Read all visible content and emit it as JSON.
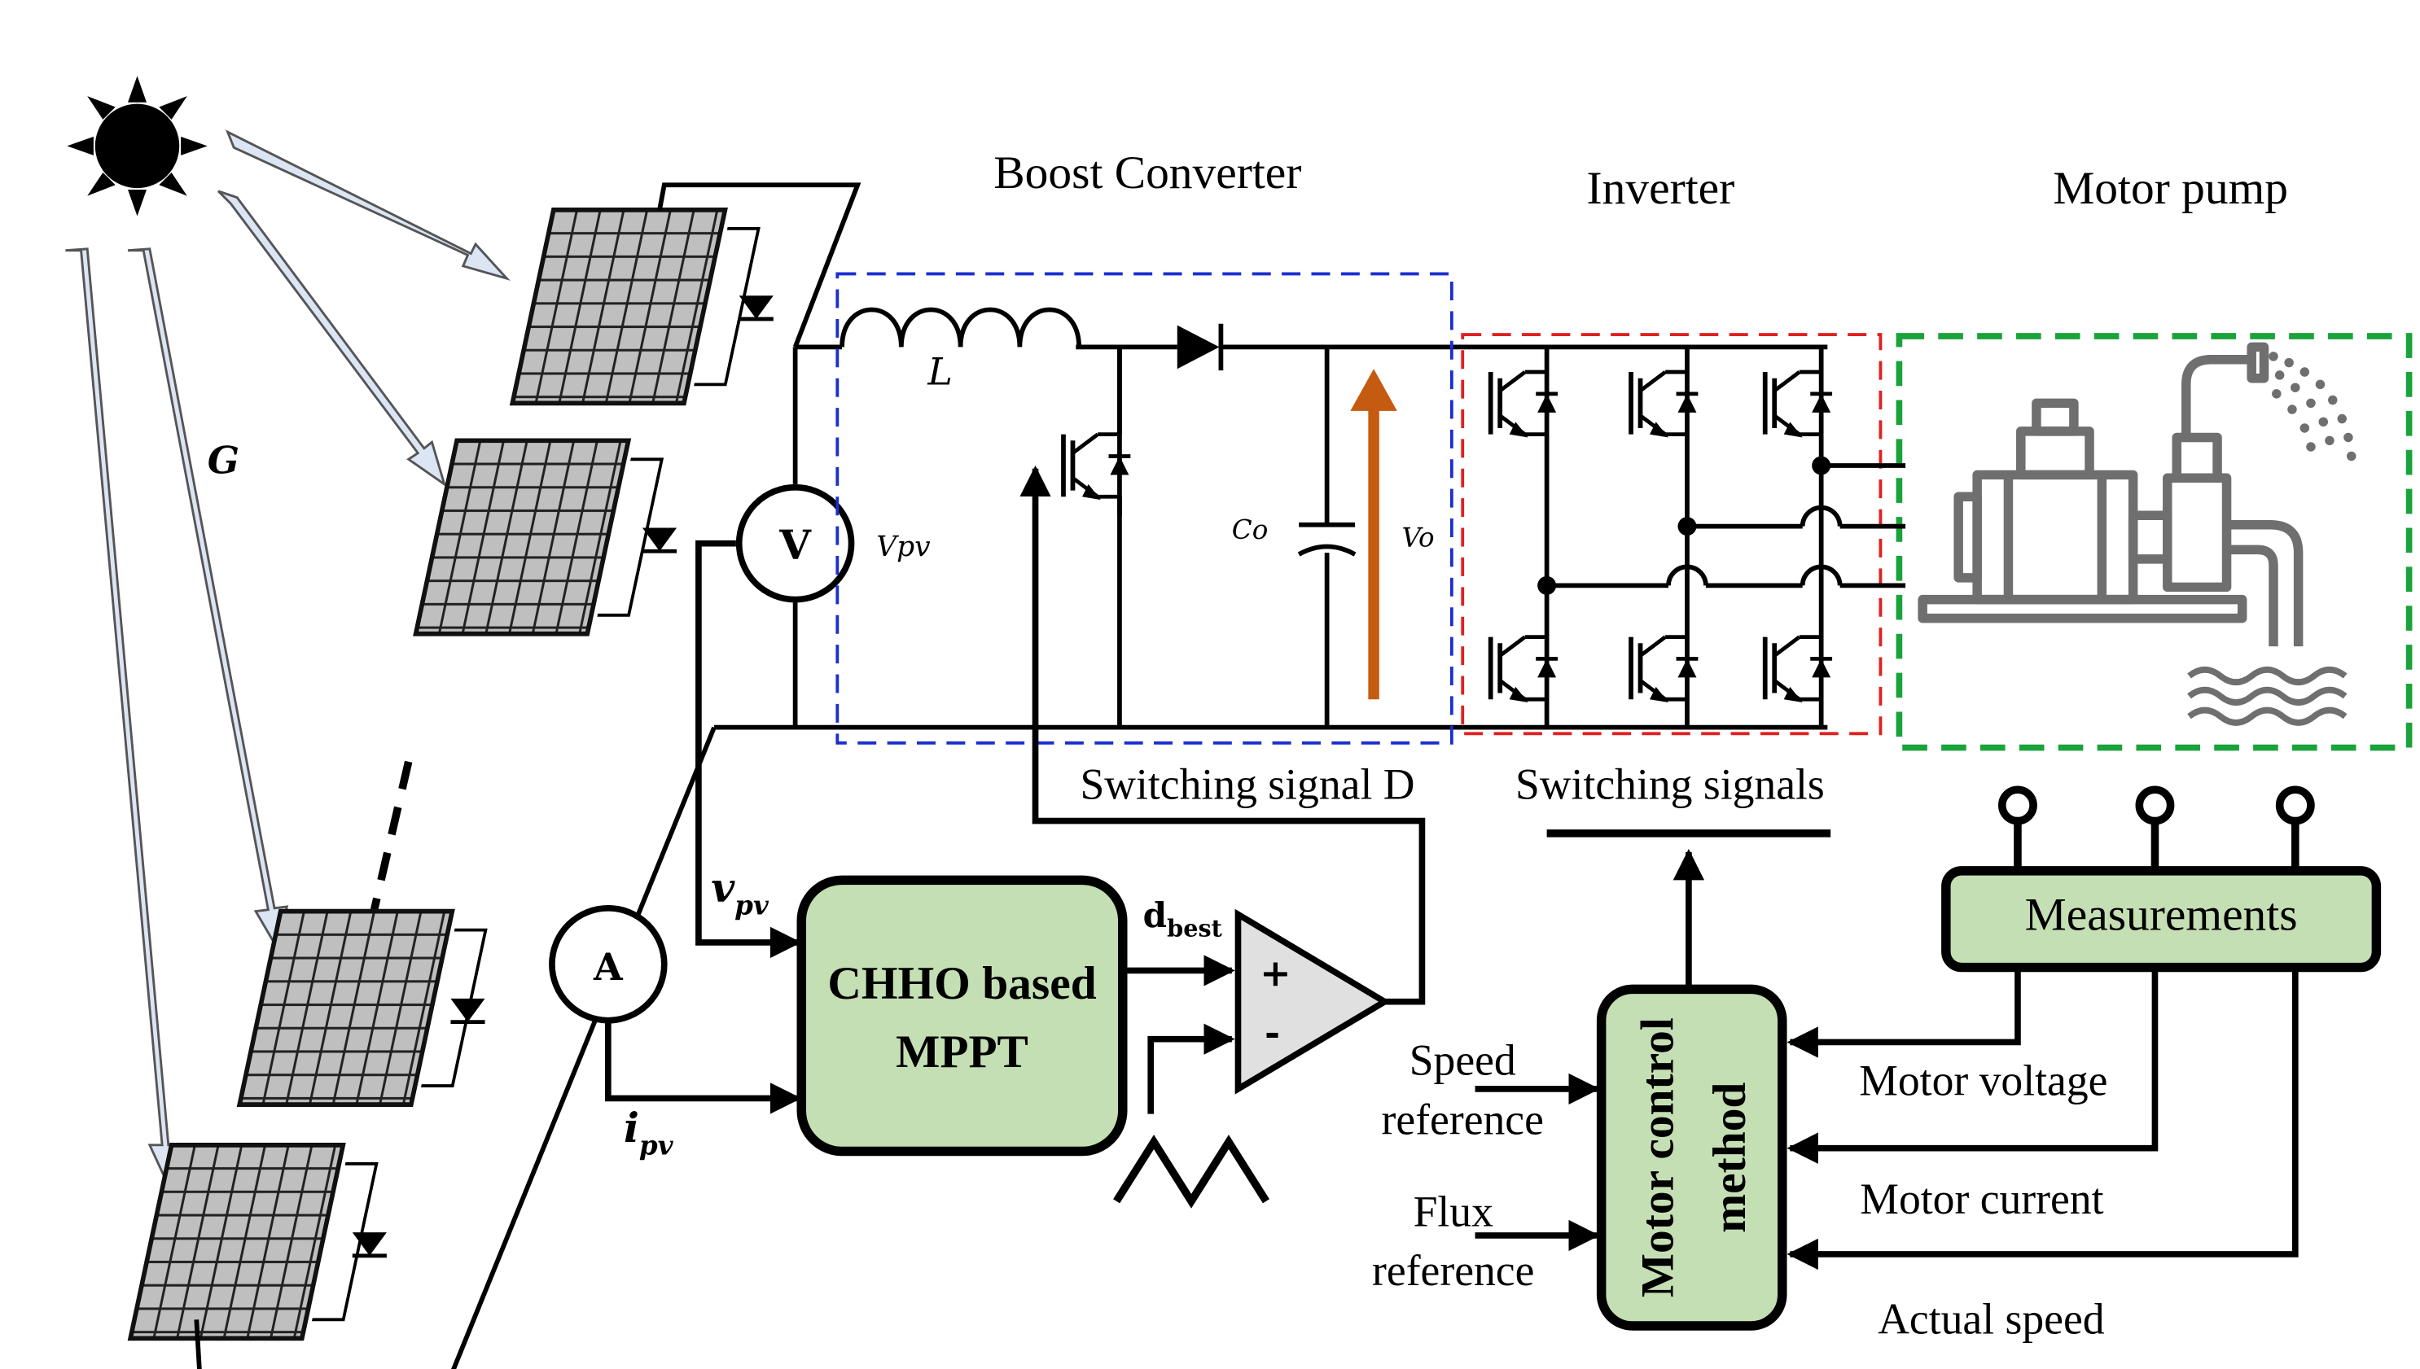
{
  "labels": {
    "boost": "Boost Converter",
    "inverter": "Inverter",
    "motor_pump": "Motor pump",
    "G": "G",
    "L": "L",
    "Co": "Co",
    "Vo": "Vo",
    "V": "V",
    "A": "A",
    "vpv_meter": "Vpv",
    "sw_d": "Switching signal D",
    "sw_signals": "Switching signals",
    "vpv_main": "v",
    "vpv_sub": "pv",
    "ipv_main": "i",
    "ipv_sub": "pv",
    "dbest_main": "d",
    "dbest_sub": "best",
    "mppt1": "CHHO based",
    "mppt2": "MPPT",
    "plus": "+",
    "minus": "-",
    "measurements": "Measurements",
    "motor_ctrl1": "Motor control",
    "motor_ctrl2": "method",
    "speed_ref1": "Speed",
    "speed_ref2": "reference",
    "flux_ref1": "Flux",
    "flux_ref2": "reference",
    "motor_voltage": "Motor voltage",
    "motor_current": "Motor current",
    "actual_speed": "Actual speed"
  },
  "colors": {
    "line": "#000000",
    "green_fill": "#c5dfb4",
    "boost_box": "#1b2fd0",
    "inverter_box": "#e02020",
    "motor_box": "#1aa33a",
    "vo_arrow": "#c55a11",
    "sunray": "#dbe5f4",
    "panel": "#bfbfbf",
    "motor_icon": "#6f6f6f"
  }
}
